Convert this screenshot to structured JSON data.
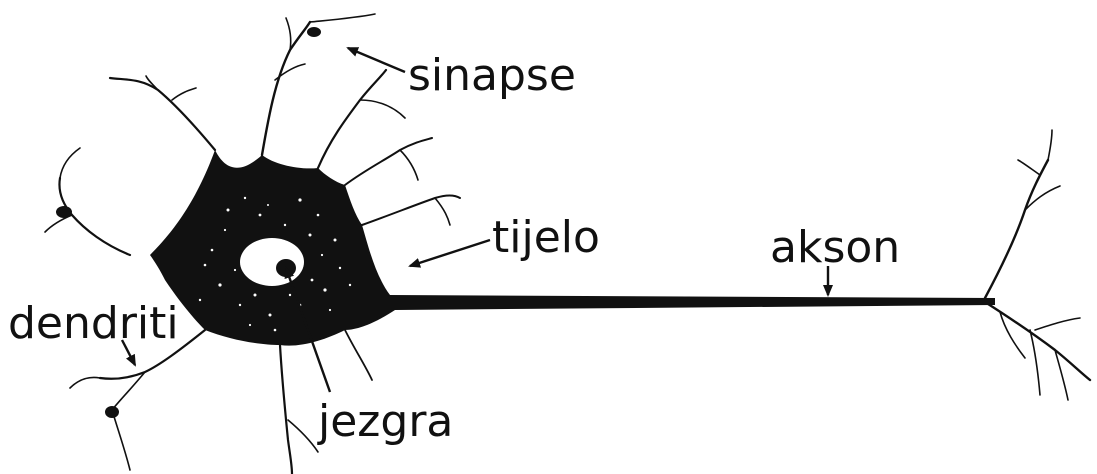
{
  "diagram": {
    "labels": {
      "synapse": "sinapse",
      "body": "tijelo",
      "axon": "akson",
      "dendrites": "dendriti",
      "nucleus": "jezgra"
    }
  },
  "colors": {
    "ink": "#111111",
    "background": "#ffffff"
  }
}
